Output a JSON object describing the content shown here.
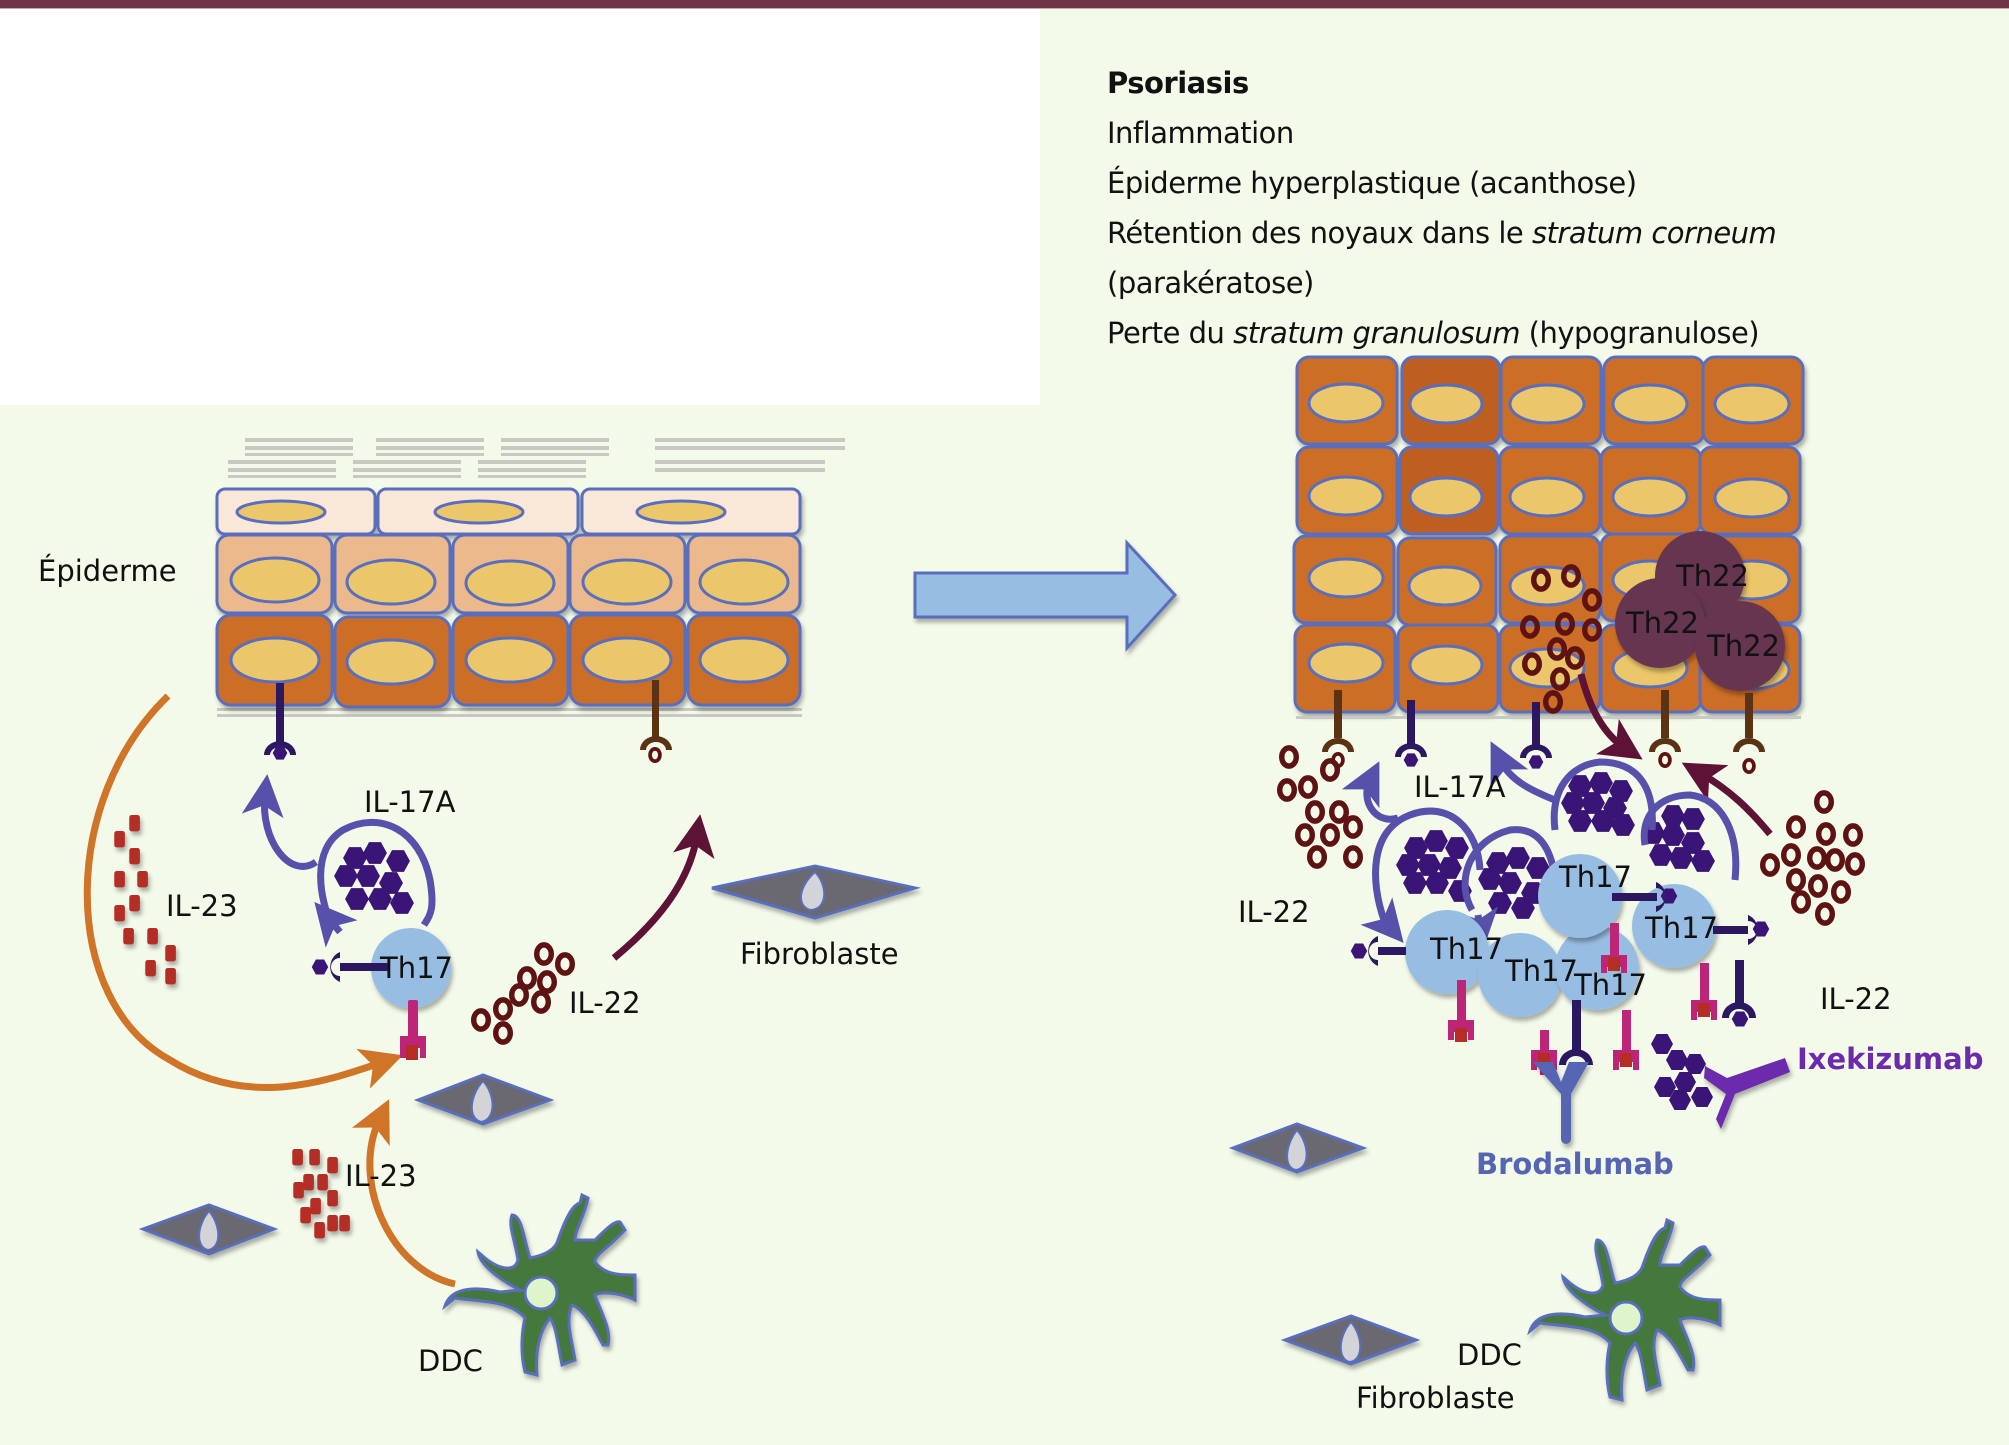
{
  "figure": {
    "colors": {
      "top_bar": "#6e3547",
      "background": "#f3faea",
      "cell_dark": "#cc6e26",
      "cell_dark_alt": "#be5f22",
      "cell_mid": "#ebb98c",
      "cell_light": "#f9e8d8",
      "nucleus": "#ecc66a",
      "outline": "#5a6ebe",
      "th17": "#98bde3",
      "th22": "#66344f",
      "il17a": "#3a1476",
      "il22": "#5e1212",
      "il23": "#b52e25",
      "il23_receptor": "#bd2578",
      "il17_receptor": "#2b1860",
      "il22_receptor": "#5c3214",
      "arrow_orange": "#d07428",
      "arrow_purple": "#5751ac",
      "arrow_maroon": "#5e1235",
      "transition_arrow": "#98bde3",
      "fibroblast": "#6a6870",
      "ddc": "#44783c",
      "brodalumab": "#5565b4",
      "ixekizumab": "#6c2bac"
    },
    "info_panel": {
      "title": "Psoriasis",
      "line1": "Inflammation",
      "line2": "Épiderme hyperplastique (acanthose)",
      "line3_pre": "Rétention des noyaux dans le ",
      "line3_italic": "stratum corneum",
      "line4": "(parakératose)",
      "line5_pre": "Perte du ",
      "line5_italic": "stratum granulosum",
      "line5_post": " (hypogranulose)"
    },
    "left_panel": {
      "epidermis_label": "Épiderme",
      "il17a_label": "IL-17A",
      "il23_label_top": "IL-23",
      "il23_label_bottom": "IL-23",
      "il22_label": "IL-22",
      "th17_label": "Th17",
      "fibroblast_label": "Fibroblaste",
      "ddc_label": "DDC"
    },
    "right_panel": {
      "th22_labels": [
        "Th22",
        "Th22",
        "Th22"
      ],
      "th17_labels": [
        "Th17",
        "Th17",
        "Th17",
        "Th17",
        "Th17"
      ],
      "il17a_label": "IL-17A",
      "il22_label_left": "IL-22",
      "il22_label_right": "IL-22",
      "brodalumab_label": "Brodalumab",
      "ixekizumab_label": "Ixekizumab",
      "fibroblast_label": "Fibroblaste",
      "ddc_label": "DDC"
    }
  }
}
